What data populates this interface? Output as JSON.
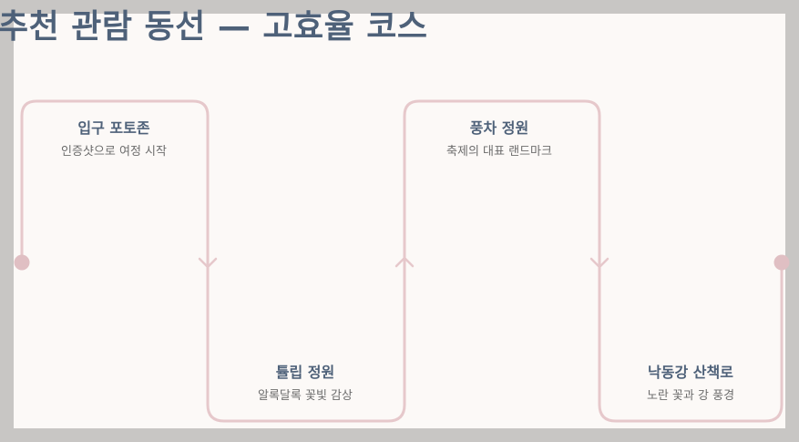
{
  "title": "추천 관람 동선 — 고효율 코스",
  "stops": [
    {
      "name": "입구 포토존",
      "desc": "인증샷으로 여정 시작"
    },
    {
      "name": "튤립 정원",
      "desc": "알록달록 꽃빛 감상"
    },
    {
      "name": "풍차 정원",
      "desc": "축제의 대표 랜드마크"
    },
    {
      "name": "낙동강 산책로",
      "desc": "노란 꽃과 강 풍경"
    }
  ],
  "colors": {
    "title": "#4e6179",
    "route": "#e6c8cb",
    "endpoint": "#e0bfc3",
    "slide_bg": "#fcf9f7"
  }
}
